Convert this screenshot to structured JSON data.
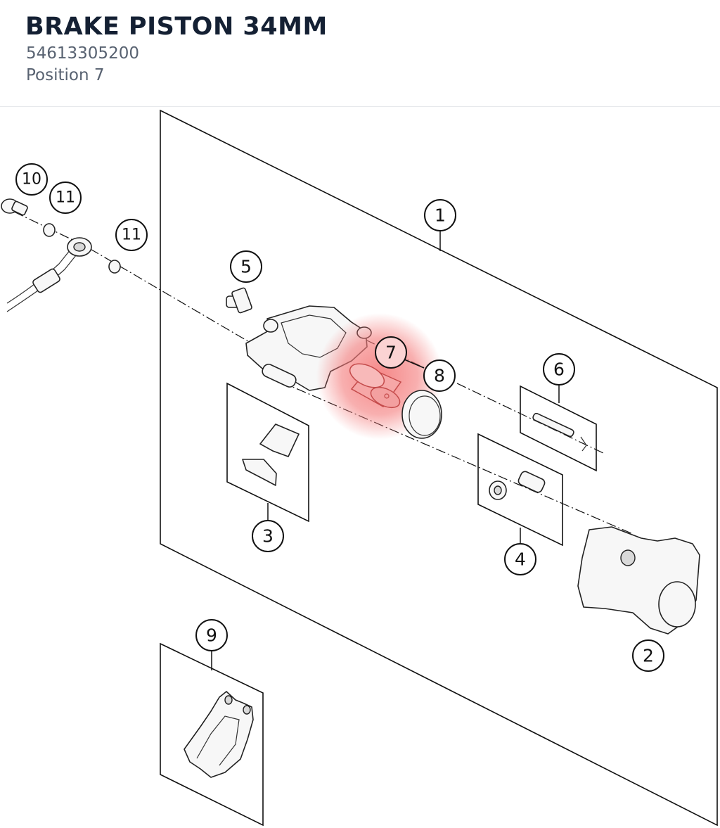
{
  "header": {
    "title": "BRAKE PISTON 34MM",
    "part_number": "54613305200",
    "position": "Position 7"
  },
  "diagram": {
    "highlight_color": "#f47a7a",
    "highlighted_callout": "7",
    "callouts": [
      "1",
      "2",
      "3",
      "4",
      "5",
      "6",
      "7",
      "8",
      "9",
      "10",
      "11",
      "11"
    ]
  }
}
